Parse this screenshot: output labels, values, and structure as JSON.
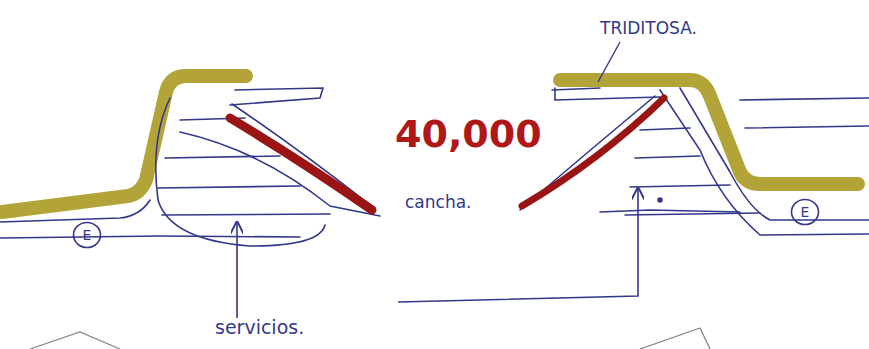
{
  "diagram": {
    "nodes": [
      {
        "text": [
          "E"
        ]
      },
      {
        "text": [
          "E"
        ]
      }
    ],
    "labels": [
      "TRIDITOSA.",
      "40,000",
      "cancha.",
      "servicios."
    ]
  }
}
